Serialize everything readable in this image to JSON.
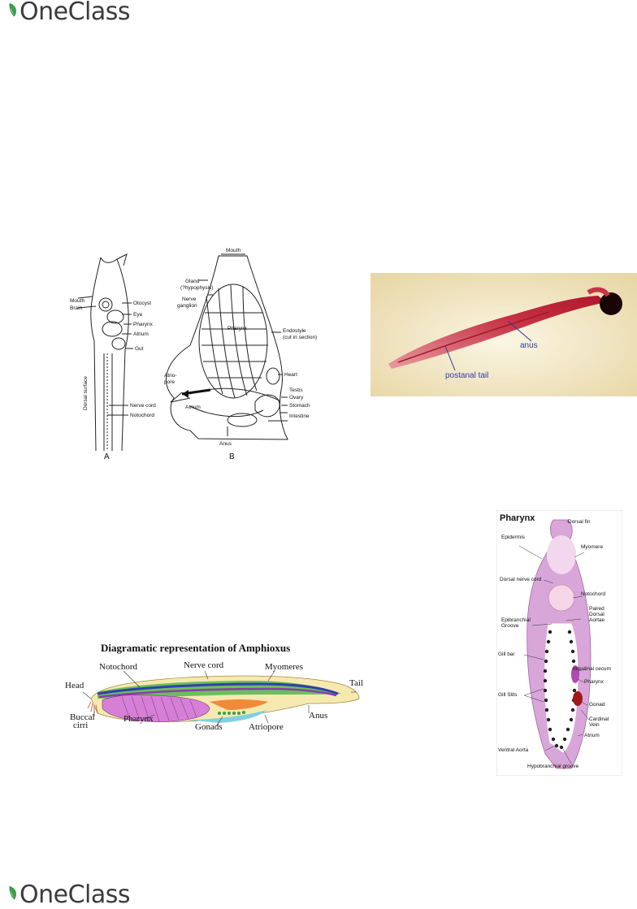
{
  "brand": {
    "name": "OneClass",
    "accent": "#3aa04a"
  },
  "tunicate_figure": {
    "panel_a_letter": "A",
    "panel_b_letter": "B",
    "labels_a": [
      "Mouth",
      "Brain",
      "Otocyst",
      "Eye",
      "Pharynx",
      "Atrium",
      "Gut",
      "Dorsal surface",
      "Nerve cord",
      "Notochord"
    ],
    "labels_b": [
      "Mouth",
      "Gland",
      "(?hypophysis)",
      "Nerve",
      "ganglion",
      "Pharynx",
      "Endostyle",
      "(cut in section)",
      "Atrio-",
      "pore",
      "Heart",
      "Testis",
      "Ovary",
      "Stomach",
      "Intestine",
      "Atrium",
      "Anus"
    ]
  },
  "larva_photo": {
    "labels": [
      "anus",
      "postanal tail"
    ],
    "label_color": "#2b3aa8"
  },
  "amphioxus_diagram": {
    "title": "Diagramatic representation of Amphioxus",
    "labels": [
      "Notochord",
      "Nerve cord",
      "Myomeres",
      "Head",
      "Tail",
      "Buccal",
      "cirri",
      "Pharynx",
      "Gonads",
      "Atriopore",
      "Anus"
    ]
  },
  "pharynx_section": {
    "title": "Pharynx",
    "labels": [
      "Dorsal fin",
      "Epidermis",
      "Myomere",
      "Dorsal nerve cord",
      "Notochord",
      "Paired",
      "Dorsal",
      "Aortae",
      "Epibranchial",
      "Groove",
      "Gill bar",
      "Intestinal cecum",
      "Pharynx",
      "Gill Slits",
      "Gonad",
      "Cardinal",
      "Vein",
      "Atrium",
      "Ventral Aorta",
      "Hypobranchial groove"
    ]
  }
}
